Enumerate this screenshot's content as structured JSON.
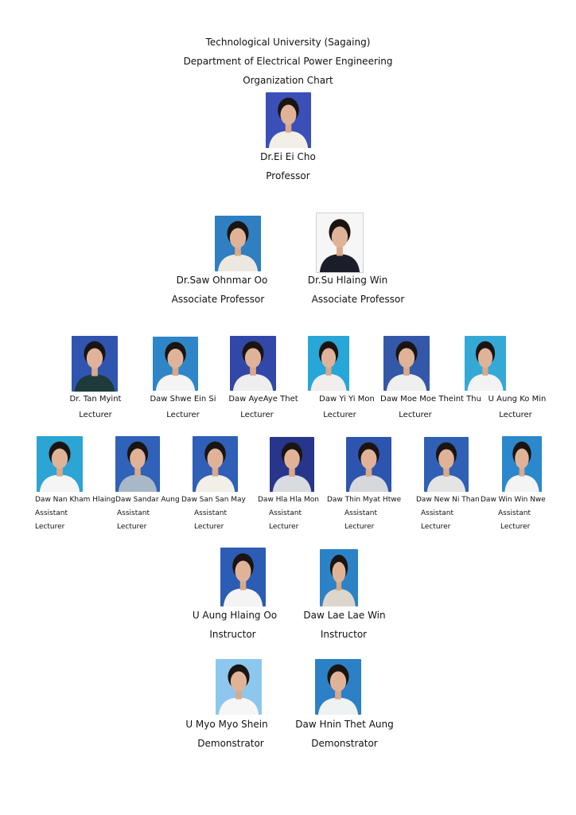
{
  "header": {
    "university": "Technological University (Sagaing)",
    "department": "Department of Electrical Power Engineering",
    "chart_title": "Organization Chart"
  },
  "professor": {
    "name": "Dr.Ei Ei Cho",
    "title": "Professor",
    "photo_bg": "#3a4fb8",
    "shirt": "#f2efe9"
  },
  "associate_professors": [
    {
      "name": "Dr.Saw Ohnmar Oo",
      "title": "Associate Professor",
      "photo_bg": "#2f7fc1",
      "shirt": "#ece8e0"
    },
    {
      "name": "Dr.Su Hlaing Win",
      "title": "Associate Professor",
      "photo_bg": "#f6f6f6",
      "shirt": "#1b1d2a"
    }
  ],
  "lecturers": [
    {
      "name": "Dr. Tan Myint",
      "title": "Lecturer",
      "photo_bg": "#2f55b0",
      "shirt": "#1e3a3a"
    },
    {
      "name": "Daw Shwe Ein Si",
      "title": "Lecturer",
      "photo_bg": "#2e86c8",
      "shirt": "#f4f4f4"
    },
    {
      "name": "Daw AyeAye Thet",
      "title": "Lecturer",
      "photo_bg": "#3248a8",
      "shirt": "#eeeeee"
    },
    {
      "name": "Daw Yi Yi Mon",
      "title": "Lecturer",
      "photo_bg": "#27a6d8",
      "shirt": "#f2eeee"
    },
    {
      "name": "Daw Moe Moe Theint Thu",
      "title": "Lecturer",
      "photo_bg": "#3358a8",
      "shirt": "#efefef"
    },
    {
      "name": "U Aung Ko Min",
      "title": "Lecturer",
      "photo_bg": "#35a9d6",
      "shirt": "#f3f3f3"
    }
  ],
  "assistant_lecturers": [
    {
      "name": "Daw Nan Kham Hlaing",
      "title_line1": "Assistant",
      "title_line2": "Lecturer",
      "photo_bg": "#2ca4d4",
      "shirt": "#f5f5f5"
    },
    {
      "name": "Daw Sandar Aung",
      "title_line1": "Assistant",
      "title_line2": "Lecturer",
      "photo_bg": "#2f62b8",
      "shirt": "#a9b8c8"
    },
    {
      "name": "Daw San San May",
      "title_line1": "Assistant",
      "title_line2": "Lecturer",
      "photo_bg": "#2f5fb6",
      "shirt": "#f1efe8"
    },
    {
      "name": "Daw Hla Hla Mon",
      "title_line1": "Assistant",
      "title_line2": "Lecturer",
      "photo_bg": "#27368a",
      "shirt": "#d8dce0"
    },
    {
      "name": "Daw Thin Myat Htwe",
      "title_line1": "Assistant",
      "title_line2": "Lecturer",
      "photo_bg": "#2d55b0",
      "shirt": "#d6d8dc"
    },
    {
      "name": "Daw New Ni Than",
      "title_line1": "Assistant",
      "title_line2": "Lecturer",
      "photo_bg": "#3060b6",
      "shirt": "#e4e4e4"
    },
    {
      "name": "Daw Win Win Nwe",
      "title_line1": "Assistant",
      "title_line2": "Lecturer",
      "photo_bg": "#2b88cc",
      "shirt": "#f4f4f4"
    }
  ],
  "instructors": [
    {
      "name": "U Aung Hlaing Oo",
      "title": "Instructor",
      "photo_bg": "#2c5cb4",
      "shirt": "#f4f4f4"
    },
    {
      "name": "Daw Lae Lae Win",
      "title": "Instructor",
      "photo_bg": "#2c82c6",
      "shirt": "#dcd6cc"
    }
  ],
  "demonstrators": [
    {
      "name": "U Myo Myo Shein",
      "title": "Demonstrator",
      "photo_bg": "#8ec7ee",
      "shirt": "#f6f6f6"
    },
    {
      "name": "Daw Hnin Thet Aung",
      "title": "Demonstrator",
      "photo_bg": "#2c80c6",
      "shirt": "#eef2f2"
    }
  ]
}
